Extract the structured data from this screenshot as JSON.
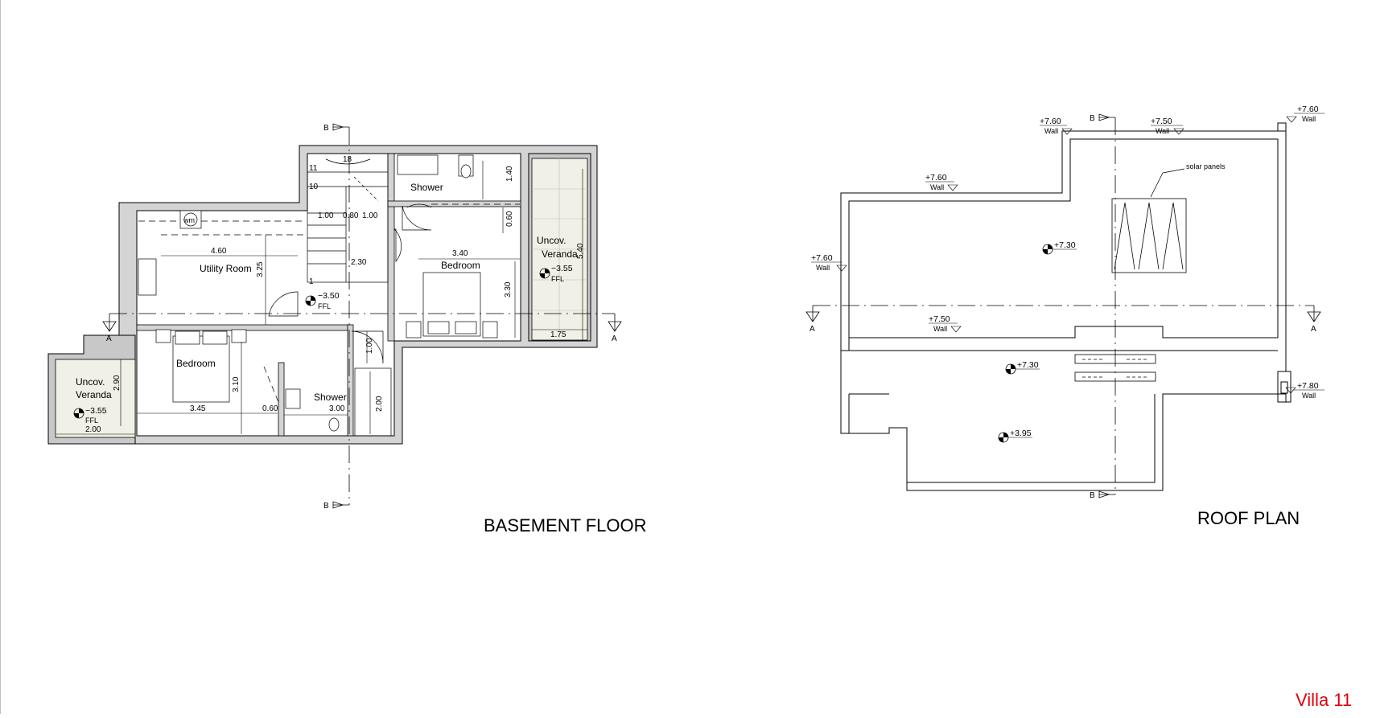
{
  "basement": {
    "title": "BASEMENT FLOOR",
    "rooms": {
      "utility": "Utility Room",
      "bedroom_left": "Bedroom",
      "bedroom_right": "Bedroom",
      "shower_top": "Shower",
      "shower_bottom": "Shower",
      "veranda_left_1": "Uncov.",
      "veranda_left_2": "Veranda",
      "veranda_right_1": "Uncov.",
      "veranda_right_2": "Veranda",
      "wm": "wm"
    },
    "dims": {
      "d460": "4.60",
      "d325": "3.25",
      "d100a": "1.00",
      "d080": "0.80",
      "d100b": "1.00",
      "d230": "2.30",
      "d340": "3.40",
      "d060a": "0.60",
      "d140": "1.40",
      "d540": "5.40",
      "d330": "3.30",
      "d175": "1.75",
      "d100c": "1.00",
      "d345": "3.45",
      "d310": "3.10",
      "d060b": "0.60",
      "d300": "3.00",
      "d200a": "2.00",
      "d290": "2.90",
      "d200b": "2.00"
    },
    "stairs": {
      "s11": "11",
      "s10": "10",
      "s18": "18",
      "s1": "1"
    },
    "levels": {
      "hall": "−3.50",
      "veranda_right": "−3.55",
      "veranda_left": "−3.55",
      "ffl": "FFL"
    },
    "section_markers": {
      "b": "B",
      "a": "A"
    }
  },
  "roof": {
    "title": "ROOF PLAN",
    "solar_label": "solar panels",
    "wall_label": "Wall",
    "levels": {
      "l760_top": "+7.60",
      "l750_top": "+7.50",
      "l760_right": "+7.60",
      "l760_mid": "+7.60",
      "l760_left": "+7.60",
      "l750_mid": "+7.50",
      "l730_a": "+7.30",
      "l730_b": "+7.30",
      "l780": "+7.80",
      "l395": "+3.95"
    },
    "section_markers": {
      "b": "B",
      "a": "A"
    }
  },
  "villa_label": "Villa 11"
}
